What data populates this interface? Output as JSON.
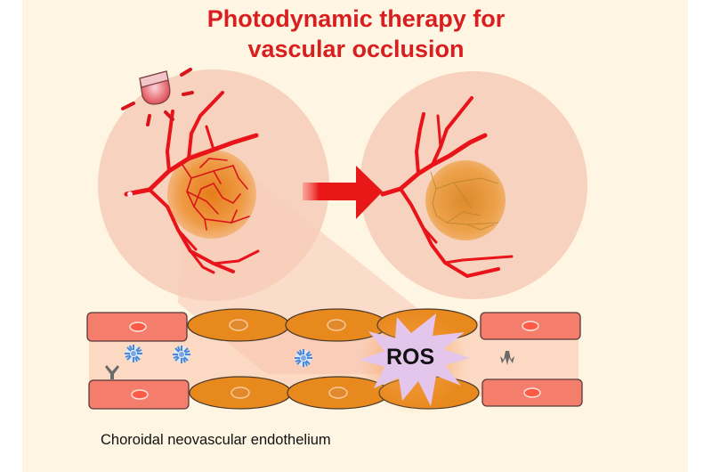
{
  "figure": {
    "title_line1": "Photodynamic therapy for",
    "title_line2": "vascular occlusion",
    "caption": "Choroidal neovascular endothelium",
    "ros_label": "ROS"
  },
  "panels": [
    {
      "name": "before-treatment",
      "description": "Retina with choroidal neovascularization being irradiated by light"
    },
    {
      "name": "after-treatment",
      "description": "Retina with occluded neovascular vessels"
    }
  ],
  "icons": [
    "light-source-icon",
    "arrow-right-icon",
    "photosensitizer-nanoparticle-icon",
    "receptor-icon",
    "ros-burst-icon"
  ],
  "colors": {
    "background": "#fef6e2",
    "title": "#d81e1e",
    "vessel": "#e8141a",
    "circle": "#f6cdb8",
    "lesion": "#e98a2c",
    "endothelial_normal": "#f47d6c",
    "endothelial_lesion": "#e8891d",
    "ros_burst": "#e4c6ec",
    "nanoparticle": "#4a86d6"
  }
}
